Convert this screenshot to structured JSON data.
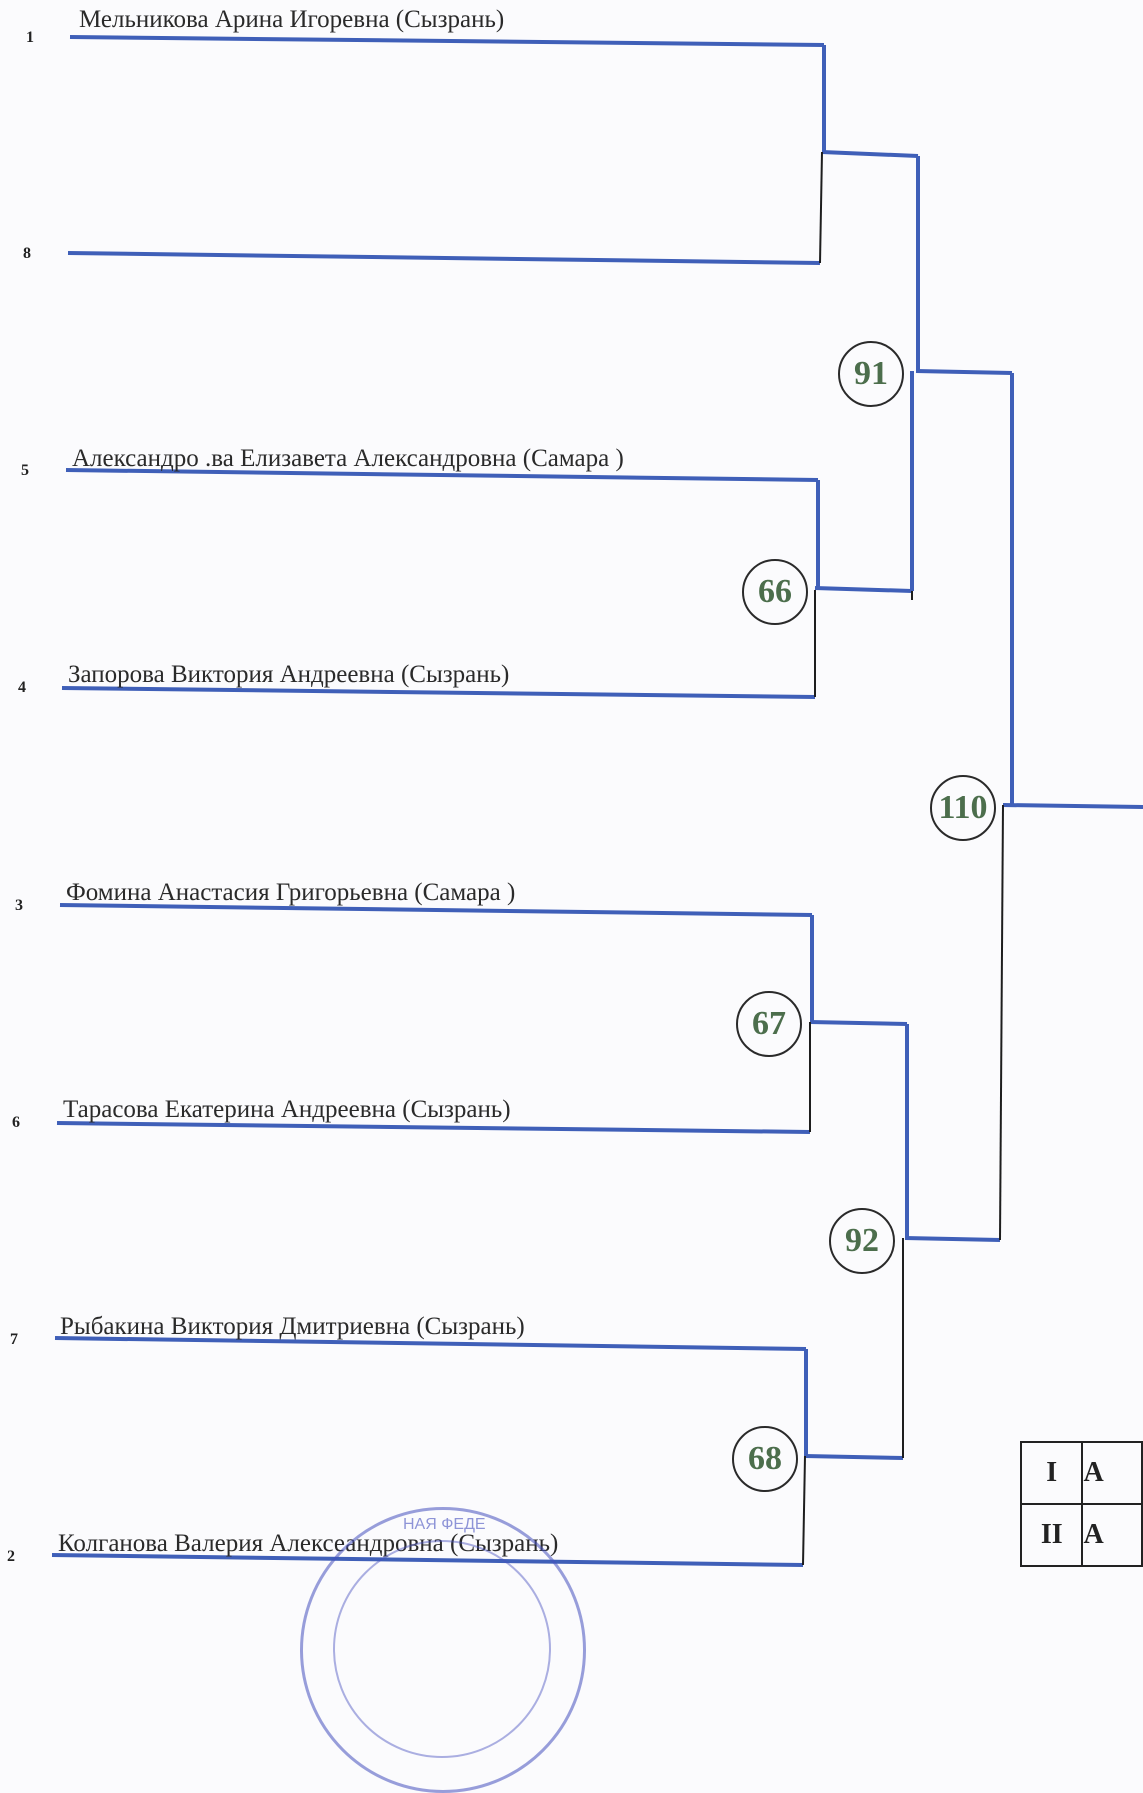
{
  "bracket": {
    "players": [
      {
        "seed": "1",
        "name": "Мельникова Арина Игоревна (Сызрань)"
      },
      {
        "seed": "8",
        "name": ""
      },
      {
        "seed": "5",
        "name": "Александро .ва Елизавета Александровна  (Самара )"
      },
      {
        "seed": "4",
        "name": "Запорова Виктория Андреевна (Сызрань)"
      },
      {
        "seed": "3",
        "name": "Фомина Анастасия Григорьевна (Самара )"
      },
      {
        "seed": "6",
        "name": "Тарасова Екатерина Андреевна (Сызрань)"
      },
      {
        "seed": "7",
        "name": "Рыбакина Виктория Дмитриевна (Сызрань)"
      },
      {
        "seed": "2",
        "name": "Колганова Валерия Алексеандровна (Сызрань)"
      }
    ],
    "matches": {
      "m66": "66",
      "m67": "67",
      "m68": "68",
      "m91": "91",
      "m92": "92",
      "m110": "110"
    },
    "colors": {
      "line": "#3f5fb8",
      "connector": "#1e1e1e",
      "match_number": "#4c6e4c"
    }
  },
  "places_table": {
    "rows": [
      {
        "rank": "I",
        "winner": "A"
      },
      {
        "rank": "II",
        "winner": "A"
      }
    ]
  },
  "stamp": {
    "text": "НАЯ ФЕДЕ"
  }
}
